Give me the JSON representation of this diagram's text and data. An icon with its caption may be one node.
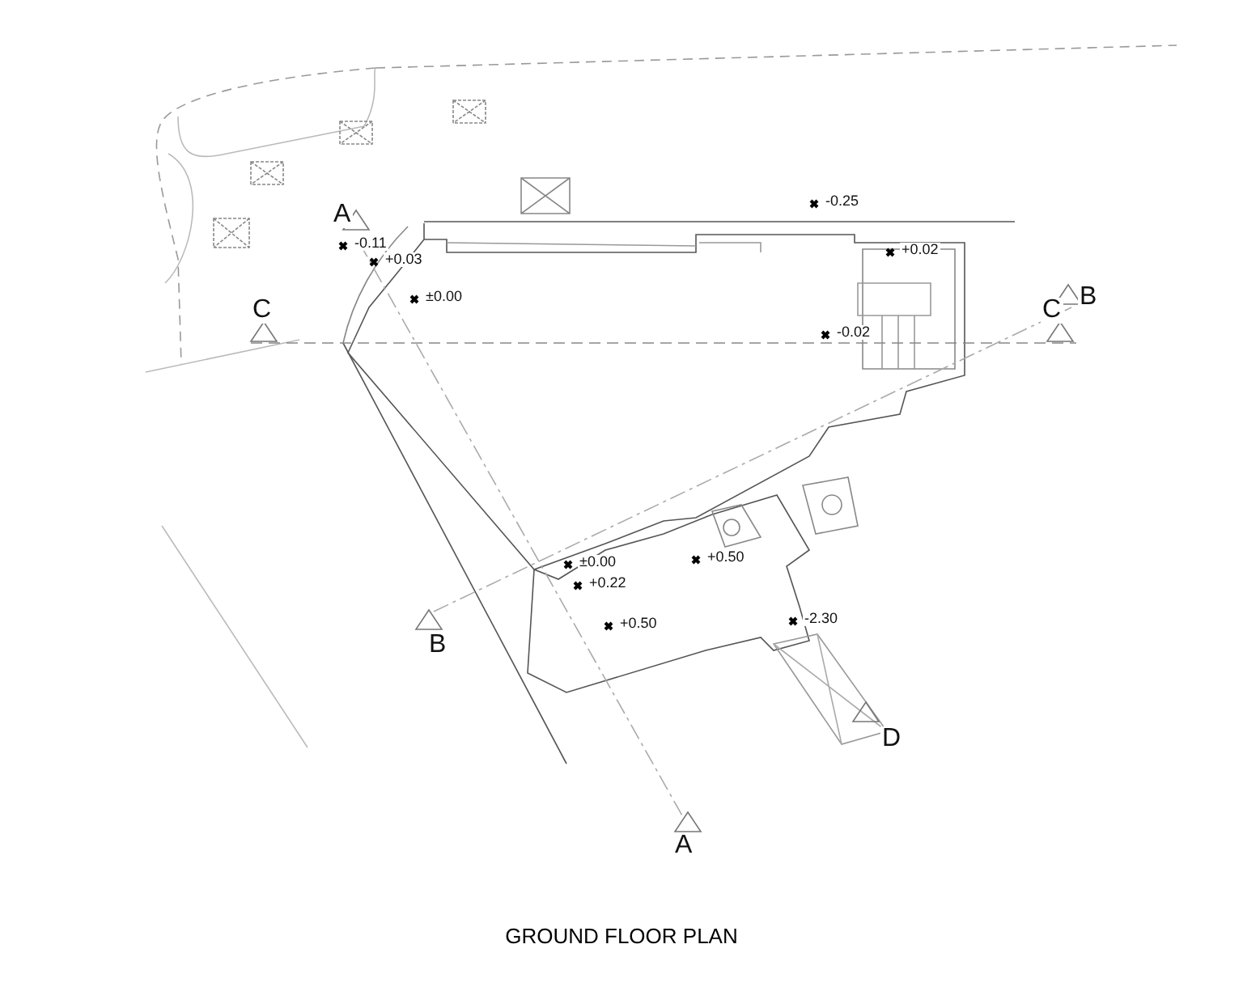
{
  "diagram": {
    "title": "GROUND FLOOR PLAN",
    "labels": [
      "-0.25",
      "A",
      "-0.11",
      "+0.02",
      "+0.03",
      "B",
      "±0.00",
      "C",
      "C",
      "-0.02",
      "+0.50",
      "±0.00",
      "+0.22",
      "-2.30",
      "+0.50",
      "B",
      "D",
      "A"
    ]
  }
}
